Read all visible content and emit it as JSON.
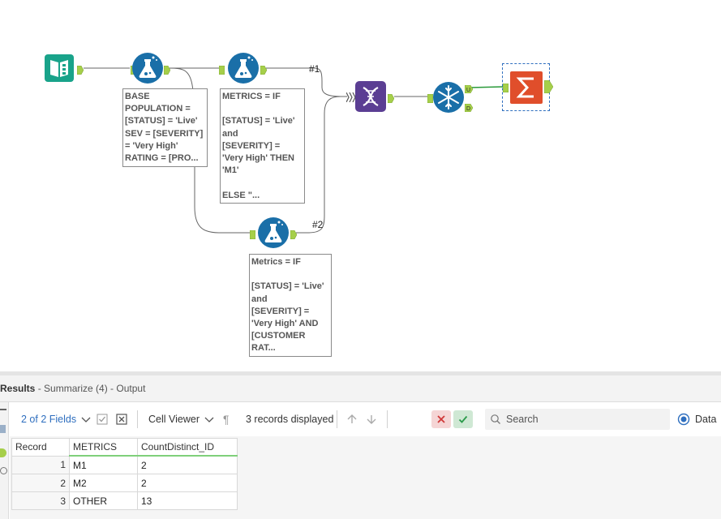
{
  "workflow": {
    "annotations": {
      "formula1": "BASE\nPOPULATION =\n[STATUS] = 'Live'\nSEV = [SEVERITY]\n= 'Very High'\nRATING = [PRO...",
      "formula2": "METRICS = IF\n\n[STATUS] = 'Live'\nand\n[SEVERITY] =\n'Very High' THEN\n'M1'\n\nELSE \"...",
      "formula3": "Metrics = IF\n\n[STATUS] = 'Live'\nand\n[SEVERITY] =\n'Very High' AND\n[CUSTOMER\nRAT..."
    },
    "wire_labels": {
      "w1": "#1",
      "w2": "#2"
    },
    "anchors": {
      "unique": "U",
      "duplicate": "D"
    },
    "colors": {
      "input_tool": "#19a38a",
      "formula_tool": "#1a6fa8",
      "union_tool": "#5b3e93",
      "unique_tool": "#1a6fa8",
      "summarize_tool": "#e04e2b",
      "anchor": "#a6cf4a"
    }
  },
  "results": {
    "title": "Results",
    "subtitle": "- Summarize (4) - Output",
    "toolbar": {
      "fields": "2 of 2 Fields",
      "cell_viewer": "Cell Viewer",
      "records": "3 records displayed",
      "search_placeholder": "Search",
      "data_label": "Data"
    },
    "columns": [
      "Record",
      "METRICS",
      "CountDistinct_ID"
    ],
    "rows": [
      [
        "1",
        "M1",
        "2"
      ],
      [
        "2",
        "M2",
        "2"
      ],
      [
        "3",
        "OTHER",
        "13"
      ]
    ]
  }
}
